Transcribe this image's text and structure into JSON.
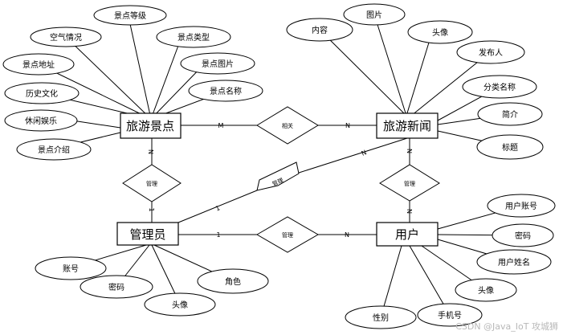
{
  "entities": {
    "scenic": "旅游景点",
    "news": "旅游新闻",
    "admin": "管理员",
    "user": "用户"
  },
  "relationships": {
    "related": "相关",
    "manage_scenic": "管理",
    "manage_news": "管理",
    "manage_user": "管理",
    "user_news": "管理"
  },
  "cardinalities": {
    "scenic_related": "M",
    "news_related": "N",
    "scenic_manage": "N",
    "admin_manage_scenic": "1",
    "admin_manage_news": "1",
    "news_manage": "N",
    "admin_manage_user": "1",
    "user_manage": "N",
    "news_usernews": "N",
    "user_usernews": "N"
  },
  "attributes": {
    "scenic": [
      "景点等级",
      "空气情况",
      "景点类型",
      "景点地址",
      "景点图片",
      "历史文化",
      "景点名称",
      "休闲娱乐",
      "景点介绍"
    ],
    "news": [
      "内容",
      "图片",
      "头像",
      "发布人",
      "分类名称",
      "简介",
      "标题"
    ],
    "admin": [
      "账号",
      "密码",
      "头像",
      "角色"
    ],
    "user": [
      "用户账号",
      "密码",
      "用户姓名",
      "头像",
      "性别",
      "手机号"
    ]
  },
  "watermark": "CSDN @Java_IoT 攻城狮"
}
